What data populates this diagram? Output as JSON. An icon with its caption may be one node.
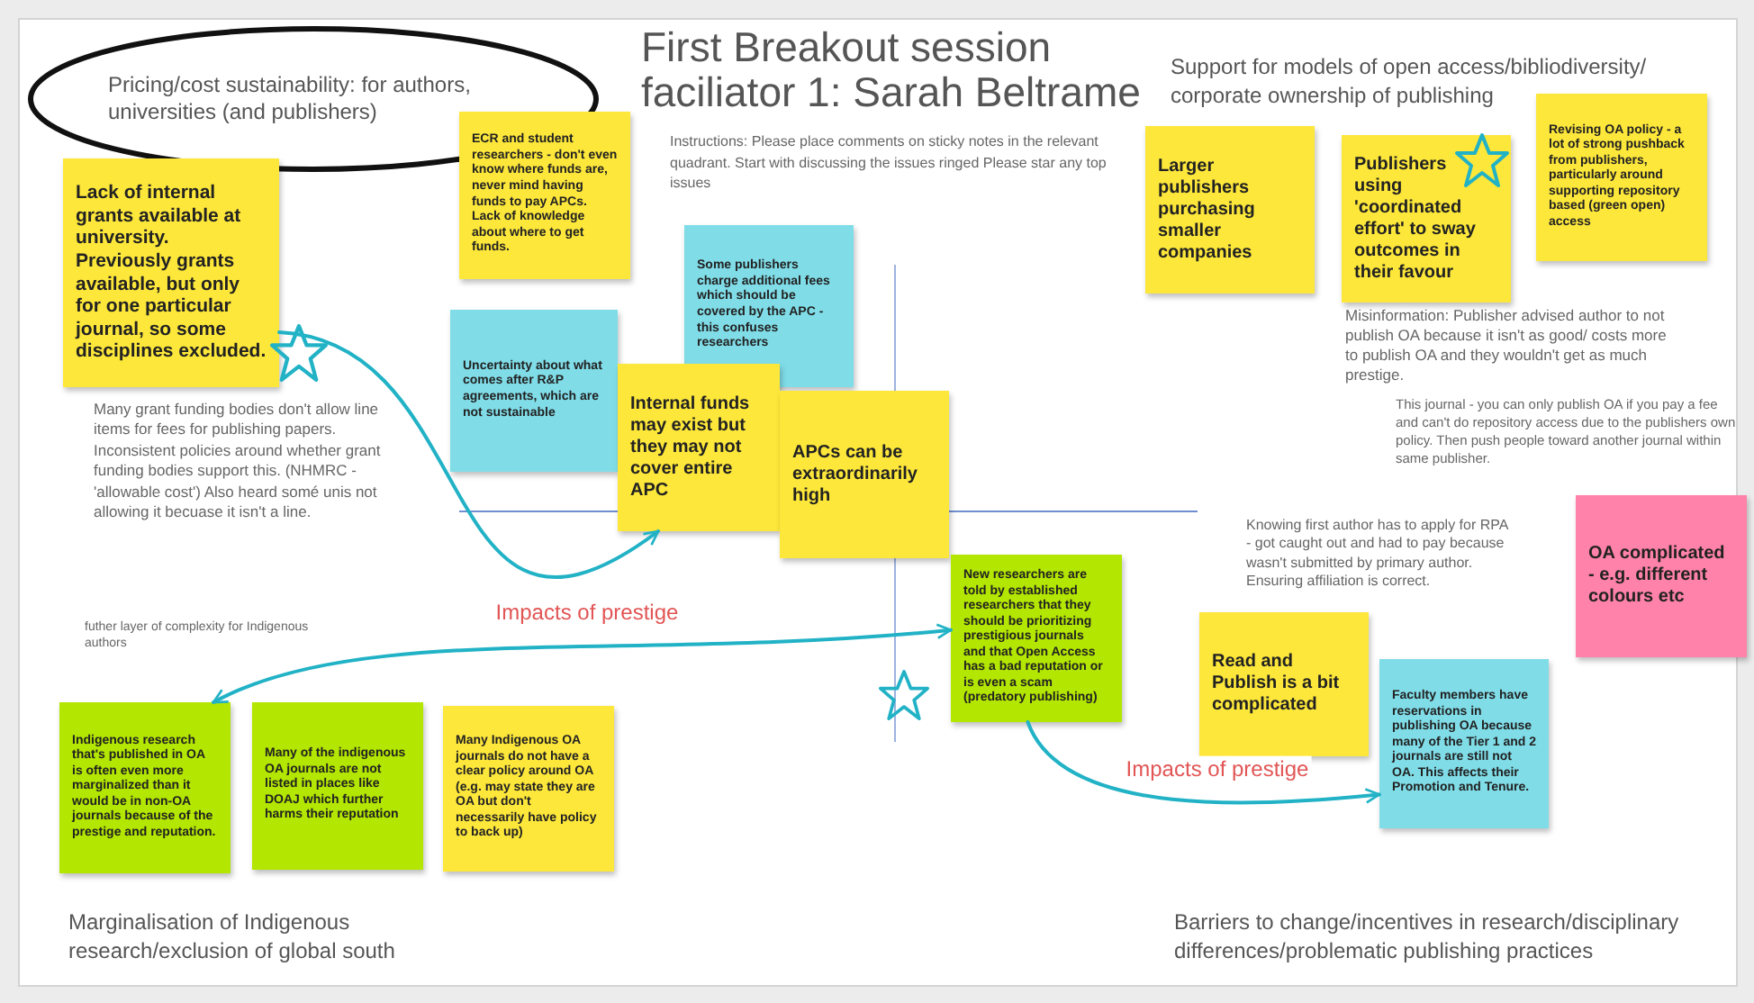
{
  "diagram": {
    "title": "First Breakout session faciliator 1: Sarah Beltrame",
    "nodes": [
      {
        "text": [
          "Pricing/cost sustainability: for authors, universities (and publishers)"
        ]
      },
      {
        "text": [
          "Lack of internal grants available at university. Previously grants available, but only for one particular journal, so some disciplines excluded."
        ]
      },
      {
        "text": [
          "ECR and student researchers - don't even know where funds are, never mind having funds to pay APCs. Lack of knowledge about where to get funds."
        ]
      },
      {
        "text": [
          "Uncertainty about what comes after R&P agreements, which are not sustainable"
        ]
      },
      {
        "text": [
          "Some publishers charge additional fees which should be covered by the APC - this confuses researchers"
        ]
      },
      {
        "text": [
          "Internal funds may exist but they may not cover entire APC"
        ]
      },
      {
        "text": [
          "APCs can be extraordinarily high"
        ]
      },
      {
        "text": [
          "Larger publishers purchasing smaller companies"
        ]
      },
      {
        "text": [
          "Publishers using 'coordinated effort' to sway outcomes in their favour"
        ]
      },
      {
        "text": [
          "Revising OA policy - a lot of strong pushback from publishers, particularly around supporting repository based (green open) access"
        ]
      },
      {
        "text": [
          "Read and Publish is a bit complicated"
        ]
      },
      {
        "text": [
          "Faculty members have reservations in publishing OA because many of the Tier 1 and 2 journals are still not OA. This affects their Promotion and Tenure."
        ]
      },
      {
        "text": [
          "OA complicated - e.g. different colours etc"
        ]
      },
      {
        "text": [
          "New researchers are told by established researchers that they should be prioritizing prestigious journals and that Open Access has a bad reputation or is even a scam (predatory publishing)"
        ]
      },
      {
        "text": [
          "Indigenous research that's published in OA is often even more marginalized than it would be in non-OA journals because of the prestige and reputation."
        ]
      },
      {
        "text": [
          "Many of the indigenous OA journals are not listed in places like DOAJ which further harms their reputation"
        ]
      },
      {
        "text": [
          "Many Indigenous OA journals do not have a clear policy around OA (e.g. may state they are OA but don't necessarily have policy to back up)"
        ]
      }
    ],
    "edges": [
      {
        "from": 1,
        "to": 5,
        "arrow": "to"
      },
      {
        "from": 13,
        "to": 14,
        "arrow": "both",
        "label": "Impacts of prestige"
      },
      {
        "from": 13,
        "to": 11,
        "arrow": "to",
        "label": "Impacts of prestige"
      }
    ],
    "labels": [
      "Support for models of open access/bibliodiversity/ corporate ownership of publishing",
      "Instructions: Please place comments on sticky notes in the relevant quadrant. Start with discussing the issues ringed Please star any top issues",
      "Many grant funding bodies don't allow line items for fees for publishing papers. Inconsistent policies around whether grant funding bodies support this. (NHMRC - 'allowable cost') Also heard somé unis not allowing it becuase it isn't a line.",
      "Misinformation: Publisher advised author to not publish OA because it isn't as good/ costs more to publish OA and they wouldn't get as much prestige.",
      "This journal - you can only publish OA if you pay a fee and can't do repository access due to the publishers own policy. Then push people toward another journal within same publisher.",
      "Knowing first author has to apply for RPA - got caught out and had to pay because wasn't submitted by primary author. Ensuring affiliation is correct.",
      "futher layer of complexity for Indigenous authors",
      "Marginalisation of Indigenous research/exclusion of global south",
      "Barriers to change/incentives in research/disciplinary differences/problematic publishing practices"
    ]
  }
}
